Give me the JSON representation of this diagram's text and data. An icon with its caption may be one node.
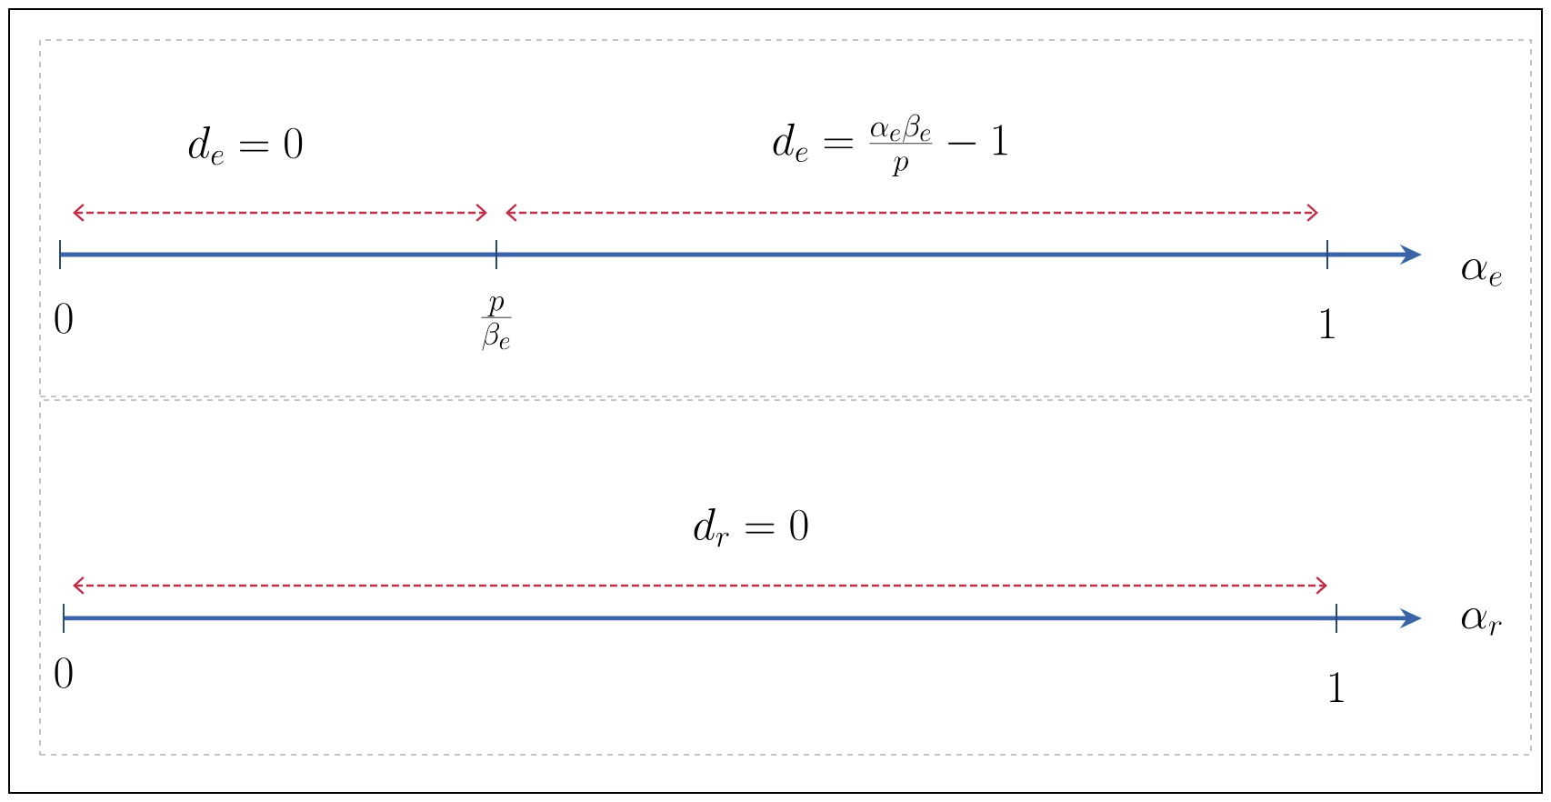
{
  "diagram": {
    "nodes": [
      {
        "text": [
          "d_e = 0",
          "d_e = \\frac{\\alpha_e \\beta_e}{p} - 1",
          "0",
          "\\frac{p}{\\beta_e}",
          "1",
          "\\alpha_e"
        ]
      },
      {
        "text": [
          "d_r = 0",
          "0",
          "1",
          "\\alpha_r"
        ]
      }
    ]
  }
}
